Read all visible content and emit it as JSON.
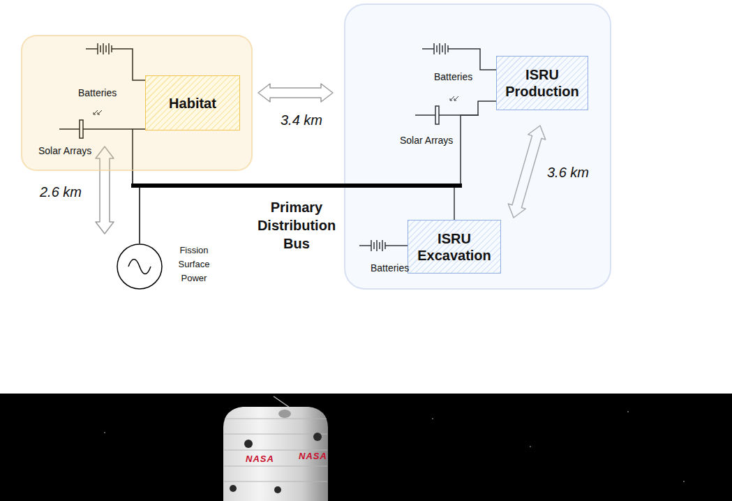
{
  "diagram": {
    "nodes": [
      {
        "text": [
          "Batteries",
          "Solar Arrays"
        ]
      },
      {
        "text": [
          "Habitat"
        ],
        "in": 0
      },
      {
        "text": [
          "Batteries",
          "Solar Arrays",
          "Batteries"
        ]
      },
      {
        "text": [
          "ISRU Production"
        ],
        "in": 2
      },
      {
        "text": [
          "ISRU Excavation"
        ],
        "in": 2
      },
      {
        "text": [
          "Primary Distribution Bus"
        ]
      },
      {
        "text": [
          "Fission Surface Power"
        ]
      }
    ],
    "edges": [
      {
        "from": 0,
        "to": 2,
        "arrow": "both",
        "label": "3.4 km"
      },
      {
        "from": 3,
        "to": 4,
        "arrow": "both",
        "label": "3.6 km"
      },
      {
        "from": 0,
        "to": 6,
        "arrow": "both",
        "label": "2.6 km"
      },
      {
        "from": 5,
        "to": 1,
        "arrow": "none"
      },
      {
        "from": 6,
        "to": 5,
        "arrow": "none"
      },
      {
        "from": 5,
        "to": 3,
        "arrow": "none"
      },
      {
        "from": 5,
        "to": 4,
        "arrow": "none"
      }
    ],
    "labels": [
      "NASA",
      "NASA"
    ]
  }
}
